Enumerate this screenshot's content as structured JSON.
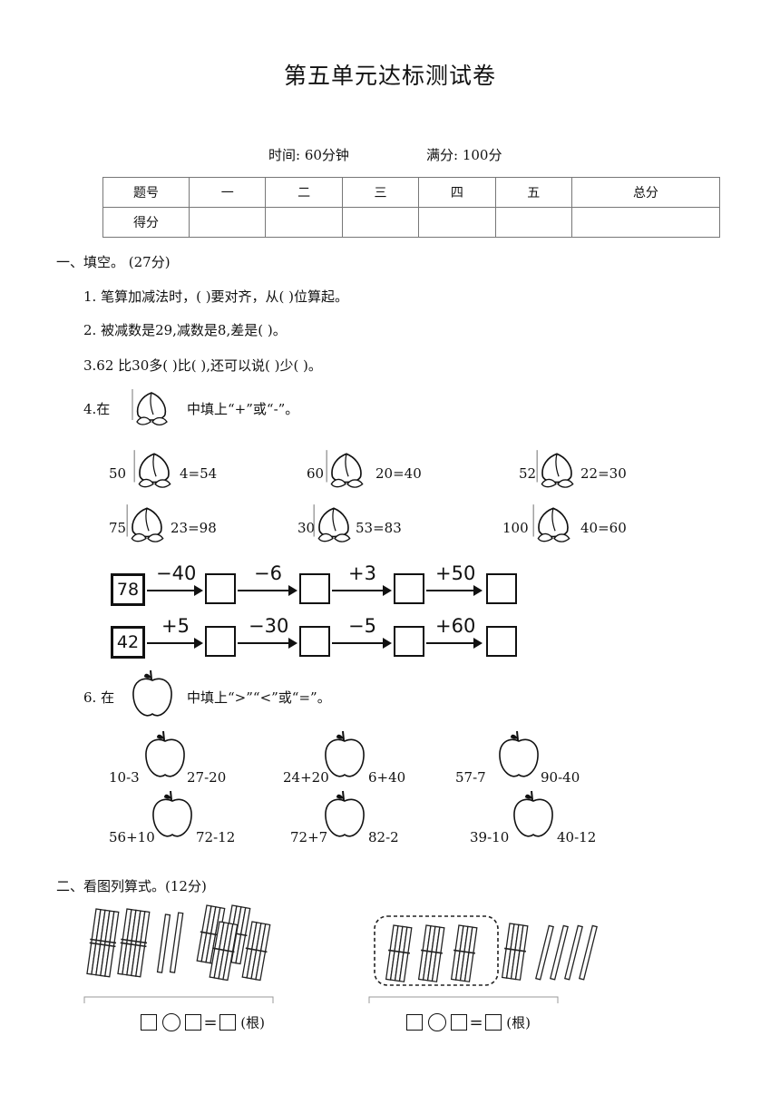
{
  "title": "第五单元达标测试卷",
  "meta": {
    "time": "时间: 60分钟",
    "score": "满分: 100分"
  },
  "score_table": {
    "header": [
      "题号",
      "一",
      "二",
      "三",
      "四",
      "五",
      "总分"
    ],
    "row_label": "得分"
  },
  "section1": {
    "heading": "一、填空。 (27分)",
    "q1": "1.  笔算加减法时，(      )要对齐，从(      )位算起。",
    "q2": "2.  被减数是29,减数是8,差是(      )。",
    "q3": "3.62  比30多(      )比( ),还可以说(        )少(      )。",
    "q4_prefix": "4.在",
    "q4_suffix": "中填上“+”或“-”。",
    "q4_items": [
      {
        "left": "50",
        "right": "4=54"
      },
      {
        "left": "60",
        "right": "20=40"
      },
      {
        "left": "52",
        "right": "22=30"
      },
      {
        "left": "75",
        "right": "23=98"
      },
      {
        "left": "30",
        "right": "53=83"
      },
      {
        "left": "100",
        "right": "40=60"
      }
    ],
    "chain1": {
      "start": "78",
      "ops": [
        "−40",
        "−6",
        "+3",
        "+50"
      ]
    },
    "chain2": {
      "start": "42",
      "ops": [
        "+5",
        "−30",
        "−5",
        "+60"
      ]
    },
    "q6_prefix": "6.  在",
    "q6_suffix": "中填上“>”“<”或“=”。",
    "q6_items": [
      {
        "left": "10-3",
        "right": "27-20"
      },
      {
        "left": "24+20",
        "right": "6+40"
      },
      {
        "left": "57-7",
        "right": "90-40"
      },
      {
        "left": "56+10",
        "right": "72-12"
      },
      {
        "left": "72+7",
        "right": "82-2"
      },
      {
        "left": "39-10",
        "right": "40-12"
      }
    ]
  },
  "section2": {
    "heading": "二、看图列算式。(12分)",
    "eq_equals": "=",
    "eq_unit": "(根)"
  }
}
